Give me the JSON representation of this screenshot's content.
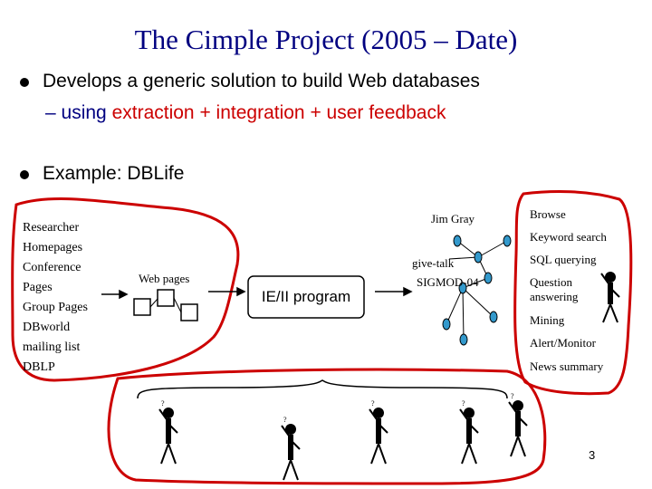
{
  "title": "The Cimple Project (2005 – Date)",
  "bullets": {
    "b1": "Develops a generic solution to build Web databases",
    "b1_sub_prefix": "– using",
    "b1_sub_red": "extraction + integration + user feedback",
    "b2": "Example: DBLife"
  },
  "sources": [
    "Researcher",
    "Homepages",
    "Conference",
    "Pages",
    "Group Pages",
    "DBworld",
    "mailing list",
    "DBLP"
  ],
  "web_pages_label": "Web pages",
  "program_label": "IE/II program",
  "graph": {
    "jim_gray": "Jim Gray",
    "give_talk": "give-talk",
    "sigmod": "SIGMOD-04"
  },
  "services": [
    "Browse",
    "Keyword search",
    "SQL querying",
    "Question",
    "answering",
    "Mining",
    "Alert/Monitor",
    "News summary"
  ],
  "page_number": "3",
  "colors": {
    "title": "#000080",
    "accent": "#cc0000",
    "node": "#3399cc"
  }
}
